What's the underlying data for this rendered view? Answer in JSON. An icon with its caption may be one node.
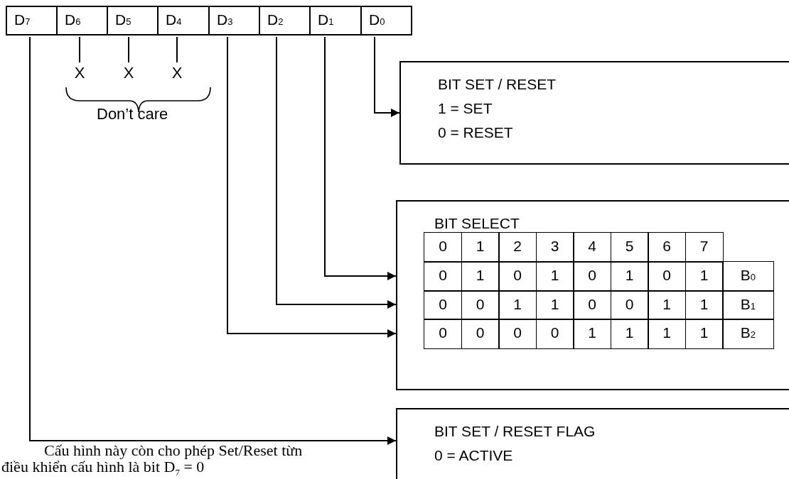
{
  "diagram": {
    "nodes": [
      {
        "text": [
          "D$_{7}$"
        ]
      },
      {
        "text": [
          "D$_{6}$"
        ]
      },
      {
        "text": [
          "D$_{5}$"
        ]
      },
      {
        "text": [
          "D$_{4}$"
        ]
      },
      {
        "text": [
          "D$_{3}$"
        ]
      },
      {
        "text": [
          "D$_{2}$"
        ]
      },
      {
        "text": [
          "D$_{1}$"
        ]
      },
      {
        "text": [
          "D$_{0}$"
        ]
      },
      {
        "text": [
          "X"
        ]
      },
      {
        "text": [
          "X"
        ]
      },
      {
        "text": [
          "X"
        ]
      },
      {
        "text": [
          "BIT SET / RESET",
          "1 = SET",
          "0 = RESET"
        ]
      },
      {
        "text": [
          "BIT SELECT"
        ]
      },
      {
        "text": [
          "BIT SET / RESET FLAG",
          "0 = ACTIVE"
        ]
      }
    ],
    "edges": [
      {
        "from": 1,
        "to": 8,
        "arrow": "none"
      },
      {
        "from": 2,
        "to": 9,
        "arrow": "none"
      },
      {
        "from": 3,
        "to": 10,
        "arrow": "none"
      },
      {
        "from": 7,
        "to": 11,
        "arrow": "to"
      },
      {
        "from": 6,
        "to": 12,
        "arrow": "to"
      },
      {
        "from": 5,
        "to": 12,
        "arrow": "to"
      },
      {
        "from": 4,
        "to": 12,
        "arrow": "to"
      },
      {
        "from": 0,
        "to": 13,
        "arrow": "to"
      }
    ],
    "labels": [
      "Don’t care",
      "0",
      "1",
      "2",
      "3",
      "4",
      "5",
      "6",
      "7",
      "0",
      "1",
      "0",
      "1",
      "0",
      "1",
      "0",
      "1",
      "B$_{0}$",
      "0",
      "0",
      "1",
      "1",
      "0",
      "0",
      "1",
      "1",
      "B$_{1}$",
      "0",
      "0",
      "0",
      "0",
      "1",
      "1",
      "1",
      "1",
      "B$_{2}$",
      "Cấu hình này còn cho phép Set/Reset từn",
      "điều khiển cấu hình là bit D$_{7}$ = 0"
    ]
  }
}
